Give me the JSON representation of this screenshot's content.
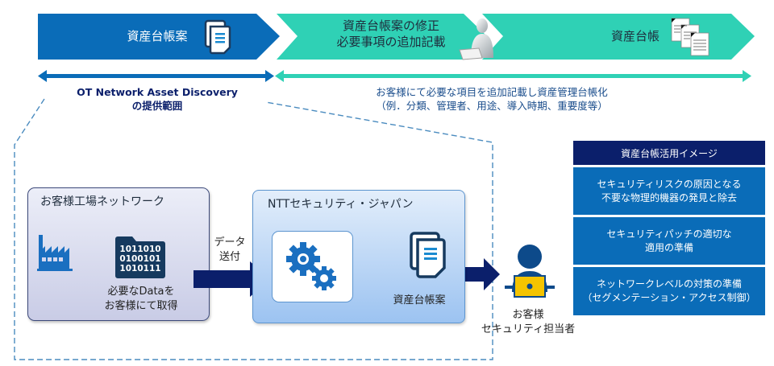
{
  "process_flow": {
    "stages": [
      {
        "label": "資産台帳案",
        "icon": "document-copy-icon",
        "color": "#0a6cb8"
      },
      {
        "label_lines": [
          "資産台帳案の修正",
          "必要事項の追加記載"
        ],
        "icon": "person-laptop-icon",
        "color": "#2fd1b5"
      },
      {
        "label": "資産台帳",
        "icon": "documents-stack-icon",
        "color": "#2fd1b5"
      }
    ]
  },
  "scope": {
    "provider_label_line1": "OT Network Asset Discovery",
    "provider_label_line2": "の提供範囲",
    "provider_color": "#0a6cb8",
    "customer_label_line1": "お客様にて必要な項目を追加記載し資産管理台帳化",
    "customer_label_line2": "（例．分類、管理者、用途、導入時期、重要度等）",
    "customer_color": "#2fd1b5"
  },
  "factory_box": {
    "title": "お客様工場ネットワーク",
    "binary_lines": [
      "1011010",
      "0100101",
      "1010111"
    ],
    "caption_line1": "必要なDataを",
    "caption_line2": "お客様にて取得"
  },
  "transfer_label_line1": "データ",
  "transfer_label_line2": "送付",
  "ntt_box": {
    "title": "NTTセキュリティ・ジャパン",
    "output_label": "資産台帳案"
  },
  "customer_person": {
    "line1": "お客様",
    "line2": "セキュリティ担当者"
  },
  "usage_panel": {
    "header": "資産台帳活用イメージ",
    "items": [
      {
        "line1": "セキュリティリスクの原因となる",
        "line2": "不要な物理的機器の発見と除去"
      },
      {
        "line1": "セキュリティパッチの適切な",
        "line2": "適用の準備"
      },
      {
        "line1": "ネットワークレベルの対策の準備",
        "line2": "（セグメンテーション・アクセス制御）"
      }
    ]
  }
}
